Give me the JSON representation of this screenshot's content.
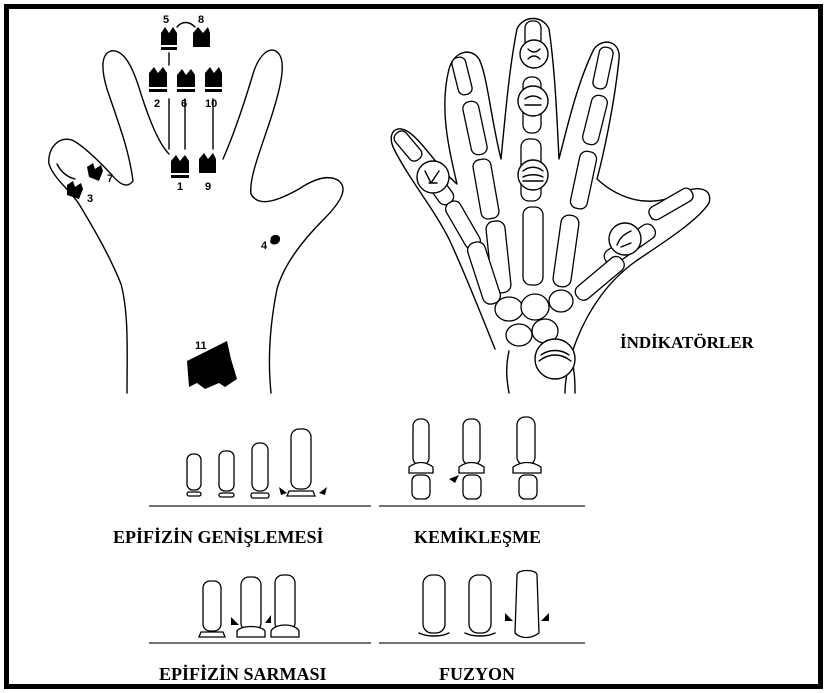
{
  "hand_markers": [
    "5",
    "8",
    "2",
    "6",
    "10",
    "7",
    "3",
    "1",
    "9",
    "4",
    "11"
  ],
  "indicators_title": "İNDİKATÖRLER",
  "stages": [
    {
      "label": "EPİFİZİN GENİŞLEMESİ"
    },
    {
      "label": "KEMİKLEŞME"
    },
    {
      "label": "EPİFİZİN SARMASI"
    },
    {
      "label": "FUZYON"
    }
  ],
  "colors": {
    "frame": "#000000",
    "background": "#ffffff",
    "ink": "#000000"
  }
}
